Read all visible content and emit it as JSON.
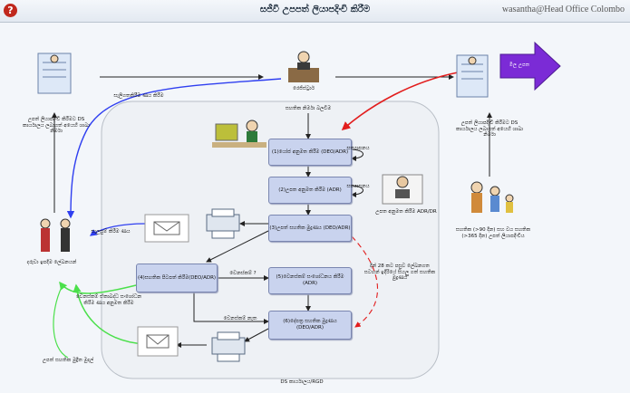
{
  "window": {
    "title": "සජීවී උපපත් ලියාපදිංචි කිරීම",
    "user": "wasantha@Head Office Colombo"
  },
  "diagram": {
    "region_label": "DS කාර්යාලය/RGD",
    "nodes": {
      "step1": "(1)යෝජ අනුමත කිරීම (DEO/ADR)",
      "step2": "(2)උපත අනුමත කිරීම (ADR)",
      "step3": "(3)උපත් සහතික මුද්‍රණය (DEO/ADR)",
      "step4": "(4)සහතික පිටපත් කිරීම(DEO/ADR)",
      "step5": "(5)වෙනස්කම් සංශෝධනය කිරීම (ADR)",
      "step6": "(6)දේපත්‍ර සහතික මුද්‍රණය (DEO/ADR)"
    },
    "labels": {
      "top_center": "සහතික නිර්මා බලවීම",
      "registrar": "රෙජිස්ට්‍රාර්",
      "final": "මිල උපත",
      "left_doc": "උපත් ලියාපදිංචි කිරීමට DS කාර්යාලය ලබාගත් අයෙහි ශාඛා නිර්මා",
      "right_doc": "උපත් ලියාපදිංචි කිරීමට DS කාර්යාලය ලබාගත් අයෙහි ශාඛා නිර්මා",
      "send_registrar": "සැලිගතකිරීම ණය කිරීම",
      "notify": "සත්‍යාපනය",
      "notify2": "සත්‍යාපනය",
      "approve_side": "උපත අනුමත කිරීම ADR/DR",
      "parents": "දරුවා ඉපදීම ලේඛනයන්",
      "send_copy": "සැලසුම් කිරීම ණය",
      "changes": "වෙනස්කම් ?",
      "no_changes": "වෙනස්කම් නැත",
      "send_post": "වෙනස්කම් ඒකාබද්ධ සංශෝධන කිරීම ණය අනුමත කිරීම",
      "send_post2": "උපත් සහතික මුද්‍රිත මුදල්",
      "note_red": "දින් 28 කට පසුව ලේඛනගත සටහන් ඉදිරියේ සියලු ගත් සහතික මුද්‍රණය",
      "family": "සහතික (>90 දින) සහ වය සහතික (>365 දින) උපත් ලියාපදිංචිය"
    }
  }
}
